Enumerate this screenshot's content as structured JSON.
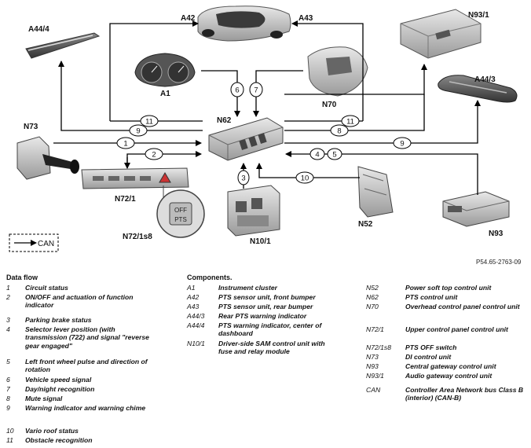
{
  "components_diagram": {
    "labels": {
      "A42": "A42",
      "A43": "A43",
      "A44_4": "A44/4",
      "A44_3": "A44/3",
      "N93_1": "N93/1",
      "A1": "A1",
      "N70": "N70",
      "N62": "N62",
      "N73": "N73",
      "N72_1": "N72/1",
      "N72_1s8": "N72/1s8",
      "N10_1": "N10/1",
      "N52": "N52",
      "N93": "N93"
    },
    "switch_text": [
      "OFF",
      "PTS"
    ],
    "can_legend": "CAN",
    "reference_code": "P54.65-2763-09",
    "signal_numbers": [
      "1",
      "2",
      "3",
      "4",
      "5",
      "6",
      "7",
      "8",
      "9",
      "10",
      "11"
    ]
  },
  "dataflow": {
    "title": "Data flow",
    "items": [
      {
        "num": "1",
        "text": "Circuit status"
      },
      {
        "num": "2",
        "text": "ON/OFF and actuation of function indicator"
      },
      {
        "num": "3",
        "text": "Parking brake status"
      },
      {
        "num": "4",
        "text": "Selector lever position (with transmission (722) and signal \"reverse gear engaged\""
      },
      {
        "num": "5",
        "text": "Left front wheel pulse and direction of rotation"
      },
      {
        "num": "6",
        "text": "Vehicle speed signal"
      },
      {
        "num": "7",
        "text": "Day/night recognition"
      },
      {
        "num": "8",
        "text": "Mute signal"
      },
      {
        "num": "9",
        "text": "Warning indicator and warning chime"
      },
      {
        "num": "10",
        "text": "Vario roof status"
      },
      {
        "num": "11",
        "text": "Obstacle recognition"
      }
    ]
  },
  "components_legend": {
    "title": "Components.",
    "col1": [
      {
        "code": "A1",
        "text": "Instrument cluster"
      },
      {
        "code": "A42",
        "text": "PTS sensor unit, front bumper"
      },
      {
        "code": "A43",
        "text": "PTS sensor unit, rear bumper"
      },
      {
        "code": "A44/3",
        "text": "Rear PTS warning indicator"
      },
      {
        "code": "A44/4",
        "text": "PTS warning indicator, center of dashboard"
      },
      {
        "code": "N10/1",
        "text": "Driver-side SAM control unit with fuse and relay module"
      }
    ],
    "col2": [
      {
        "code": "N52",
        "text": "Power soft top control unit"
      },
      {
        "code": "N62",
        "text": "PTS control unit"
      },
      {
        "code": "N70",
        "text": "Overhead control panel control unit"
      },
      {
        "code": "N72/1",
        "text": "Upper control panel control unit"
      },
      {
        "code": "N72/1s8",
        "text": "PTS OFF switch"
      },
      {
        "code": "N73",
        "text": "DI control unit"
      },
      {
        "code": "N93",
        "text": "Central gateway control unit"
      },
      {
        "code": "N93/1",
        "text": "Audio gateway control unit"
      },
      {
        "code": "CAN",
        "text": "Controller Area Network bus Class B (interior) (CAN-B)"
      }
    ]
  }
}
